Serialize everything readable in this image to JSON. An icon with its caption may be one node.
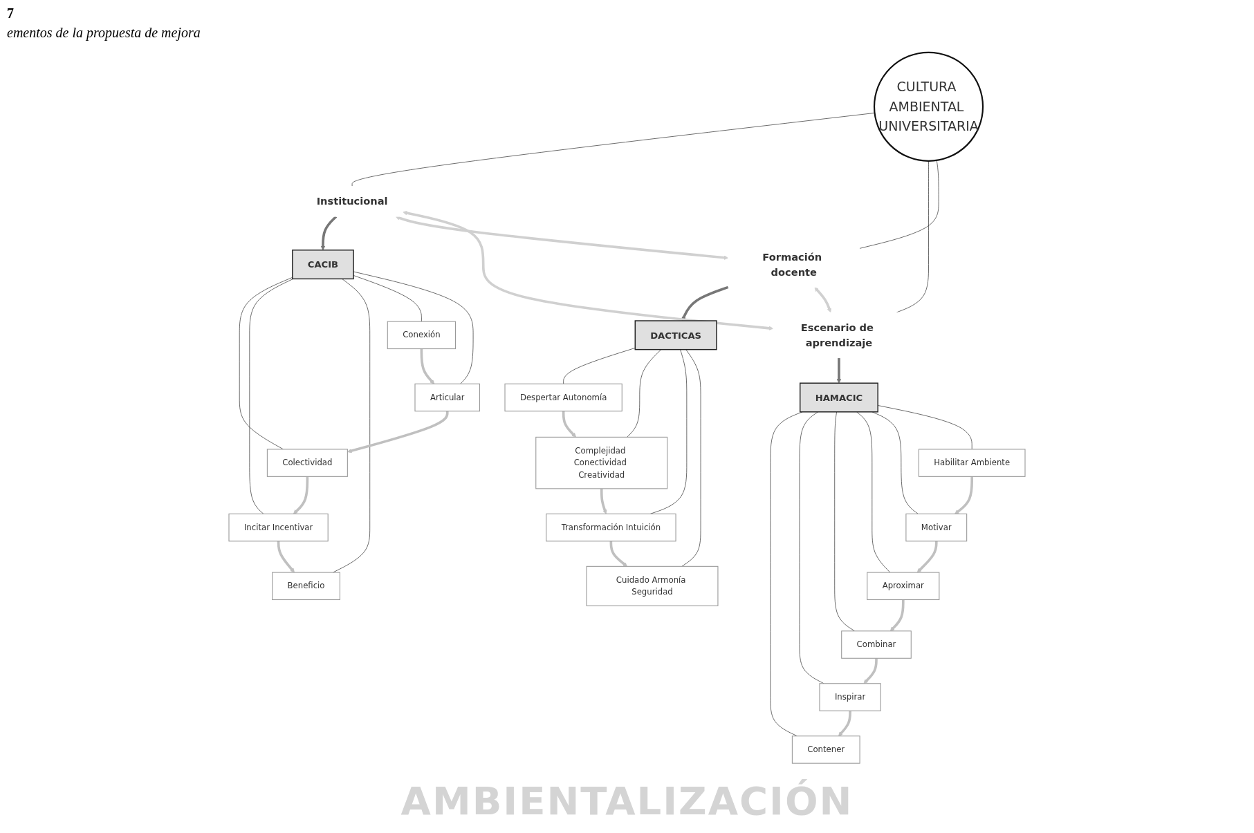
{
  "diagram": {
    "title": "7",
    "caption": "ementos de la propuesta de mejora",
    "nodes": [
      {
        "text": [
          "CULTURA AMBIENTAL UNIVERSITARIA"
        ]
      },
      {
        "text": [
          "Institucional"
        ]
      },
      {
        "text": [
          "Escenario de aprendizaje"
        ]
      },
      {
        "text": [
          "Formación docente"
        ]
      },
      {
        "text": [
          "CACIB"
        ]
      },
      {
        "text": [
          "Colectividad"
        ]
      },
      {
        "text": [
          "Incitar Incentivar"
        ]
      },
      {
        "text": [
          "Beneficio"
        ]
      },
      {
        "text": [
          "Conexión"
        ]
      },
      {
        "text": [
          "Articular"
        ]
      },
      {
        "text": [
          "HAMACIC"
        ]
      },
      {
        "text": [
          "Contener"
        ]
      },
      {
        "text": [
          "Inspirar"
        ]
      },
      {
        "text": [
          "Combinar"
        ]
      },
      {
        "text": [
          "Aproximar"
        ]
      },
      {
        "text": [
          "Motivar"
        ]
      },
      {
        "text": [
          "Habilitar Ambiente"
        ]
      },
      {
        "text": [
          "DACTICAS"
        ]
      },
      {
        "text": [
          "Despertar Autonomía"
        ]
      },
      {
        "text": [
          "Complejidad Conectividad Creatividad"
        ]
      },
      {
        "text": [
          "Transformación Intuición"
        ]
      },
      {
        "text": [
          "Cuidado Armonía Seguridad"
        ]
      }
    ],
    "edges": [
      {
        "from": 0,
        "to": 1,
        "arrow": "none"
      },
      {
        "from": 0,
        "to": 2,
        "arrow": "none"
      },
      {
        "from": 0,
        "to": 3,
        "arrow": "none"
      },
      {
        "from": 1,
        "to": 4,
        "arrow": "to",
        "style": "thick",
        "color": "#777777"
      },
      {
        "from": 2,
        "to": 10,
        "arrow": "to",
        "style": "thick",
        "color": "#777777"
      },
      {
        "from": 3,
        "to": 17,
        "arrow": "to",
        "style": "thick",
        "color": "#777777"
      },
      {
        "from": 1,
        "to": 3,
        "arrow": "both",
        "style": "thick",
        "color": "#d0d0d0"
      },
      {
        "from": 3,
        "to": 2,
        "arrow": "both",
        "style": "thick",
        "color": "#d0d0d0"
      },
      {
        "from": 2,
        "to": 1,
        "arrow": "both",
        "style": "thick",
        "color": "#d0d0d0"
      },
      {
        "from": 4,
        "to": 5,
        "arrow": "none"
      },
      {
        "from": 4,
        "to": 6,
        "arrow": "none"
      },
      {
        "from": 4,
        "to": 7,
        "arrow": "none"
      },
      {
        "from": 4,
        "to": 8,
        "arrow": "none"
      },
      {
        "from": 4,
        "to": 9,
        "arrow": "none"
      },
      {
        "from": 8,
        "to": 9,
        "arrow": "to",
        "style": "thick",
        "color": "#c0c0c0"
      },
      {
        "from": 9,
        "to": 5,
        "arrow": "to",
        "style": "thick",
        "color": "#c0c0c0"
      },
      {
        "from": 5,
        "to": 6,
        "arrow": "to",
        "style": "thick",
        "color": "#c0c0c0"
      },
      {
        "from": 6,
        "to": 7,
        "arrow": "to",
        "style": "thick",
        "color": "#c0c0c0"
      },
      {
        "from": 10,
        "to": 11,
        "arrow": "none"
      },
      {
        "from": 10,
        "to": 12,
        "arrow": "none"
      },
      {
        "from": 10,
        "to": 13,
        "arrow": "none"
      },
      {
        "from": 10,
        "to": 14,
        "arrow": "none"
      },
      {
        "from": 10,
        "to": 15,
        "arrow": "none"
      },
      {
        "from": 10,
        "to": 16,
        "arrow": "none"
      },
      {
        "from": 16,
        "to": 15,
        "arrow": "to",
        "style": "thick",
        "color": "#c0c0c0"
      },
      {
        "from": 15,
        "to": 14,
        "arrow": "to",
        "style": "thick",
        "color": "#c0c0c0"
      },
      {
        "from": 14,
        "to": 13,
        "arrow": "to",
        "style": "thick",
        "color": "#c0c0c0"
      },
      {
        "from": 13,
        "to": 12,
        "arrow": "to",
        "style": "thick",
        "color": "#c0c0c0"
      },
      {
        "from": 12,
        "to": 11,
        "arrow": "to",
        "style": "thick",
        "color": "#c0c0c0"
      },
      {
        "from": 17,
        "to": 18,
        "arrow": "none"
      },
      {
        "from": 17,
        "to": 19,
        "arrow": "none"
      },
      {
        "from": 17,
        "to": 20,
        "arrow": "none"
      },
      {
        "from": 17,
        "to": 21,
        "arrow": "none"
      },
      {
        "from": 18,
        "to": 19,
        "arrow": "to",
        "style": "thick",
        "color": "#c0c0c0"
      },
      {
        "from": 19,
        "to": 20,
        "arrow": "to",
        "style": "thick",
        "color": "#c0c0c0"
      },
      {
        "from": 20,
        "to": 21,
        "arrow": "to",
        "style": "thick",
        "color": "#c0c0c0"
      }
    ],
    "labels": [
      "AMBIENTALIZACIÓN"
    ]
  }
}
